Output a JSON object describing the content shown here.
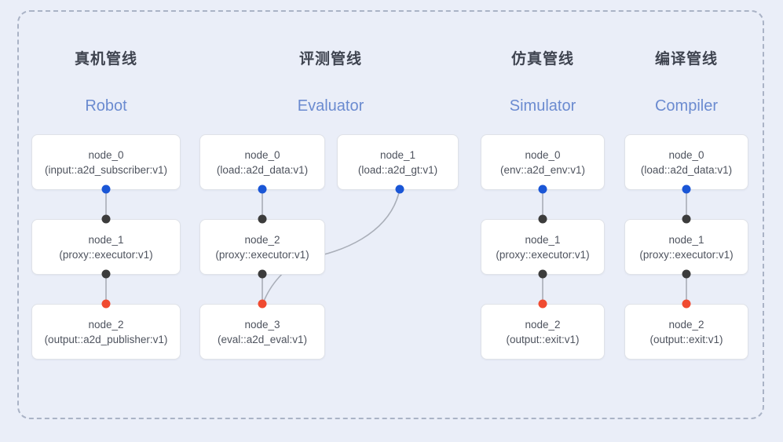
{
  "diagram": {
    "background_color": "#eaeef8",
    "container_border_color": "#aab3c6",
    "title_color": "#3f4450",
    "subtitle_color": "#6b8bd0",
    "port_colors": {
      "output": "#1a56d6",
      "input": "#3c3c3c",
      "terminal": "#f04a30"
    }
  },
  "columns": [
    {
      "id": "robot",
      "title": "真机管线",
      "subtitle": "Robot",
      "nodes": [
        {
          "name": "node_0",
          "type": "(input::a2d_subscriber:v1)"
        },
        {
          "name": "node_1",
          "type": "(proxy::executor:v1)"
        },
        {
          "name": "node_2",
          "type": "(output::a2d_publisher:v1)"
        }
      ]
    },
    {
      "id": "evaluator",
      "title": "评测管线",
      "subtitle": "Evaluator",
      "nodes": [
        {
          "name": "node_0",
          "type": "(load::a2d_data:v1)"
        },
        {
          "name": "node_2",
          "type": "(proxy::executor:v1)"
        },
        {
          "name": "node_3",
          "type": "(eval::a2d_eval:v1)"
        }
      ],
      "side_nodes": [
        {
          "name": "node_1",
          "type": "(load::a2d_gt:v1)"
        }
      ]
    },
    {
      "id": "simulator",
      "title": "仿真管线",
      "subtitle": "Simulator",
      "nodes": [
        {
          "name": "node_0",
          "type": "(env::a2d_env:v1)"
        },
        {
          "name": "node_1",
          "type": "(proxy::executor:v1)"
        },
        {
          "name": "node_2",
          "type": "(output::exit:v1)"
        }
      ]
    },
    {
      "id": "compiler",
      "title": "编译管线",
      "subtitle": "Compiler",
      "nodes": [
        {
          "name": "node_0",
          "type": "(load::a2d_data:v1)"
        },
        {
          "name": "node_1",
          "type": "(proxy::executor:v1)"
        },
        {
          "name": "node_2",
          "type": "(output::exit:v1)"
        }
      ]
    }
  ]
}
